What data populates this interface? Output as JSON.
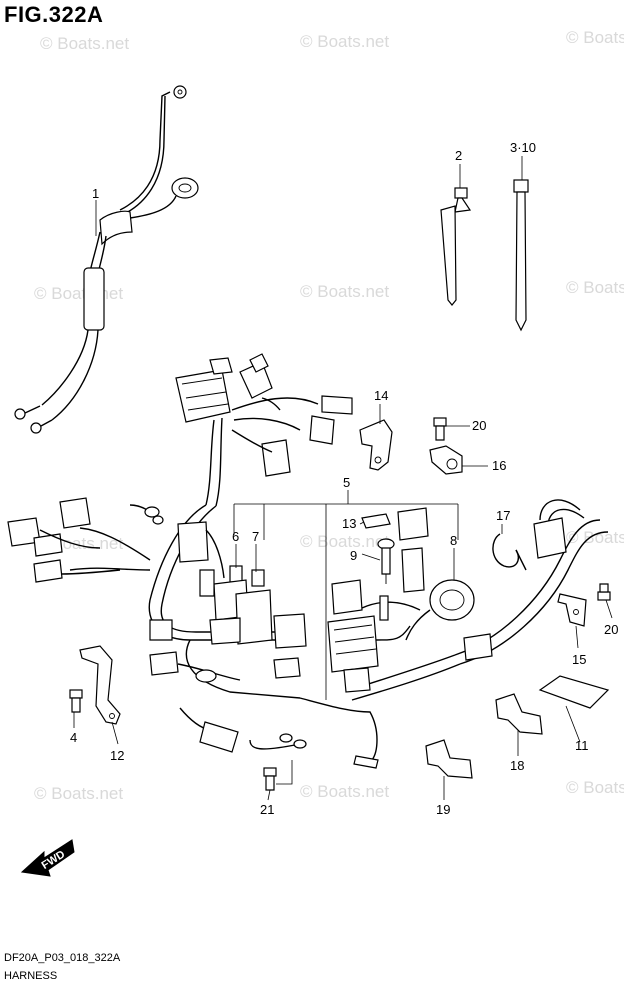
{
  "figure": {
    "title": "FIG.322A",
    "code": "DF20A_P03_018_322A",
    "name": "HARNESS",
    "watermark": "© Boats.net",
    "direction_label": "FWD"
  },
  "callouts": [
    {
      "id": "1",
      "label": "1"
    },
    {
      "id": "2",
      "label": "2"
    },
    {
      "id": "3",
      "label": "3·10"
    },
    {
      "id": "4",
      "label": "4"
    },
    {
      "id": "5",
      "label": "5"
    },
    {
      "id": "6",
      "label": "6"
    },
    {
      "id": "7",
      "label": "7"
    },
    {
      "id": "8",
      "label": "8"
    },
    {
      "id": "9",
      "label": "9"
    },
    {
      "id": "11",
      "label": "11"
    },
    {
      "id": "12",
      "label": "12"
    },
    {
      "id": "13",
      "label": "13"
    },
    {
      "id": "14",
      "label": "14"
    },
    {
      "id": "15",
      "label": "15"
    },
    {
      "id": "16",
      "label": "16"
    },
    {
      "id": "17",
      "label": "17"
    },
    {
      "id": "18",
      "label": "18"
    },
    {
      "id": "19",
      "label": "19"
    },
    {
      "id": "20a",
      "label": "20"
    },
    {
      "id": "20b",
      "label": "20"
    },
    {
      "id": "21",
      "label": "21"
    }
  ]
}
